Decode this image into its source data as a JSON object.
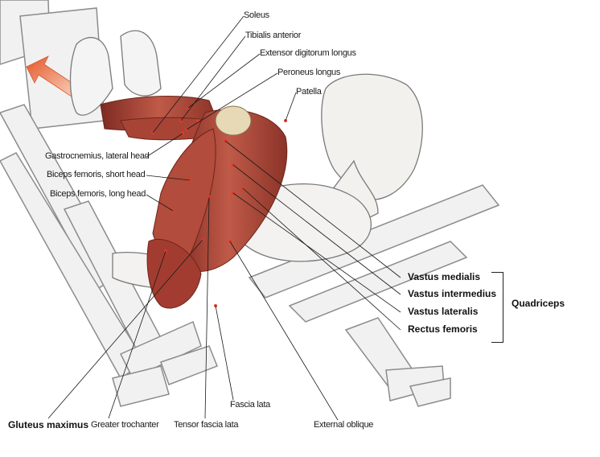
{
  "labels": {
    "soleus": "Soleus",
    "tibialis_anterior": "Tibialis anterior",
    "extensor_digitorum_longus": "Extensor digitorum longus",
    "peroneus_longus": "Peroneus longus",
    "patella": "Patella",
    "gastrocnemius_lateral_head": "Gastrocnemius, lateral head",
    "biceps_femoris_short_head": "Biceps femoris, short head",
    "biceps_femoris_long_head": "Biceps femoris, long head",
    "vastus_medialis": "Vastus medialis",
    "vastus_intermedius": "Vastus intermedius",
    "vastus_lateralis": "Vastus lateralis",
    "rectus_femoris": "Rectus femoris",
    "quadriceps": "Quadriceps",
    "gluteus_maximus": "Gluteus maximus",
    "greater_trochanter": "Greater trochanter",
    "tensor_fascia_lata": "Tensor fascia lata",
    "fascia_lata": "Fascia lata",
    "external_oblique": "External oblique"
  },
  "colors": {
    "muscle": "#b2473a",
    "muscle_dark": "#7e2a22",
    "leader_line": "#1a1a1a",
    "arrow": "#e2572a",
    "sketch": "#8c8c8c"
  }
}
